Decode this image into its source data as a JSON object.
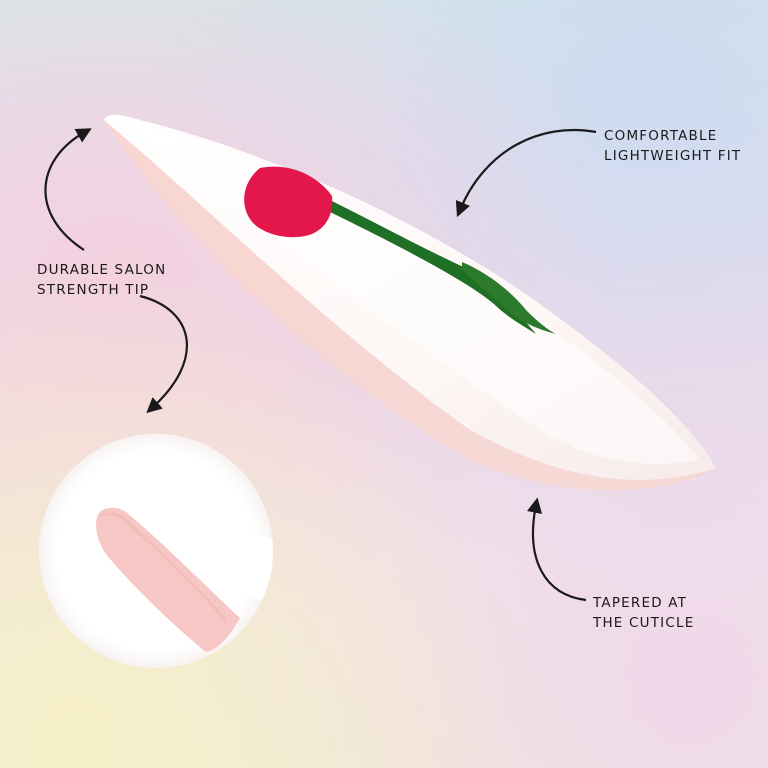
{
  "callouts": {
    "fit": {
      "line1": "COMFORTABLE",
      "line2": "LIGHTWEIGHT FIT"
    },
    "tip": {
      "line1": "DURABLE SALON",
      "line2": "STRENGTH TIP"
    },
    "cuticle": {
      "line1": "TAPERED AT",
      "line2": "THE CUTICLE"
    }
  },
  "colors": {
    "arrow": "#1a1a1a",
    "tulip_petal": "#e3174a",
    "tulip_stem": "#1f6f24",
    "nail_edge": "#f7d3cf",
    "nail_body": "#fbf5f3"
  },
  "icons": [
    "curved-arrow-icon",
    "tulip-icon"
  ]
}
